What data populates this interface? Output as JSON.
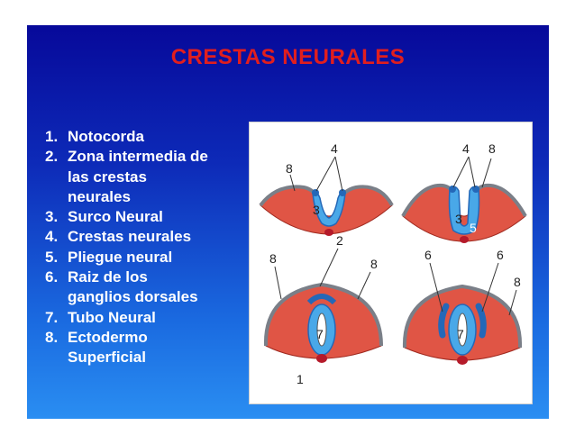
{
  "title": "CRESTAS NEURALES",
  "legend": [
    {
      "num": "1.",
      "lines": [
        "Notocorda"
      ]
    },
    {
      "num": "2.",
      "lines": [
        "Zona intermedia de",
        "las crestas",
        "neurales"
      ]
    },
    {
      "num": "3.",
      "lines": [
        "Surco Neural"
      ]
    },
    {
      "num": "4.",
      "lines": [
        "Crestas neurales"
      ]
    },
    {
      "num": "5.",
      "lines": [
        "Pliegue neural"
      ]
    },
    {
      "num": "6.",
      "lines": [
        "Raiz de los",
        "ganglios dorsales"
      ]
    },
    {
      "num": "7.",
      "lines": [
        "Tubo Neural"
      ]
    },
    {
      "num": "8.",
      "lines": [
        "Ectodermo",
        "Superficial"
      ]
    }
  ],
  "figure_labels": {
    "p1_8": "8",
    "p1_4": "4",
    "p1_3": "3",
    "p2_4": "4",
    "p2_8": "8",
    "p2_3": "3",
    "p2_5": "5",
    "p3_8a": "8",
    "p3_2": "2",
    "p3_8b": "8",
    "p3_7": "7",
    "p4_6a": "6",
    "p4_6b": "6",
    "p4_8": "8",
    "p4_7": "7",
    "one": "1"
  },
  "colors": {
    "mesoderm": "#e05545",
    "ectoderm": "#7a7f88",
    "neural": "#49a8e8",
    "neural_dark": "#2468b8",
    "notochord": "#b51a2a",
    "title": "#e11e1e"
  }
}
